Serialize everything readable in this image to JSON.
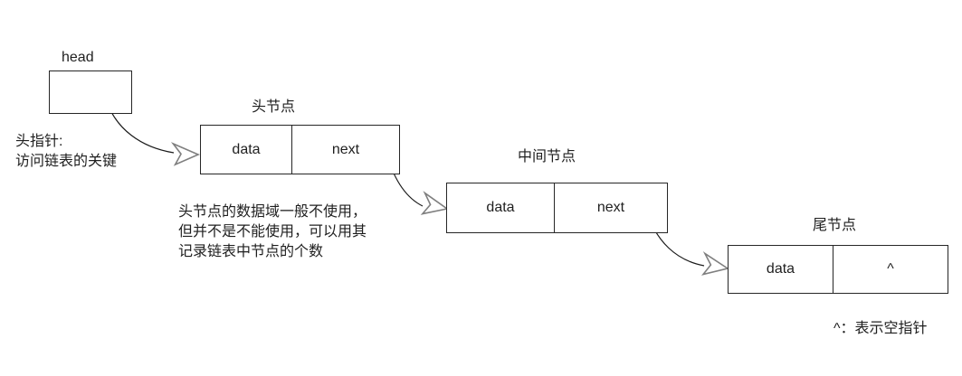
{
  "head_pointer": {
    "label": "head",
    "caption": [
      "头指针:",
      "访问链表的关键"
    ]
  },
  "nodes": [
    {
      "title": "头节点",
      "data_label": "data",
      "next_label": "next"
    },
    {
      "title": "中间节点",
      "data_label": "data",
      "next_label": "next"
    },
    {
      "title": "尾节点",
      "data_label": "data",
      "next_label": "^"
    }
  ],
  "note": {
    "lines": [
      "头节点的数据域一般不使用，",
      "但并不是不能使用，可以用其",
      "记录链表中节点的个数"
    ]
  },
  "legend": {
    "text": "^：表示空指针"
  },
  "colors": {
    "background": "#ffffff",
    "line": "#262626",
    "text": "#1f1f1f",
    "arrowhead_stroke": "#7f7f7f"
  }
}
